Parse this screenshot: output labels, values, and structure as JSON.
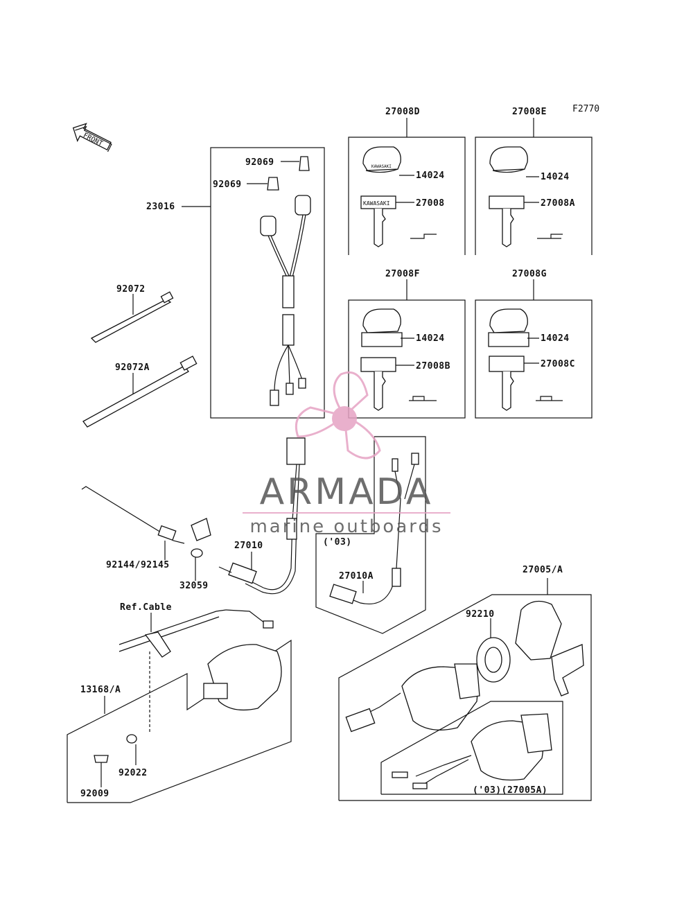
{
  "figure_code": "F2770",
  "front_arrow_text": "FRONT",
  "labels": {
    "p27008D": "27008D",
    "p27008E": "27008E",
    "p27008F": "27008F",
    "p27008G": "27008G",
    "p14024_a": "14024",
    "p14024_b": "14024",
    "p14024_c": "14024",
    "p14024_d": "14024",
    "p27008": "27008",
    "p27008A": "27008A",
    "p27008B": "27008B",
    "p27008C": "27008C",
    "p92069_a": "92069",
    "p92069_b": "92069",
    "p23016": "23016",
    "p92072": "92072",
    "p92072A": "92072A",
    "p92144": "92144/92145",
    "p32059": "32059",
    "p27010": "27010",
    "p27010A": "27010A",
    "p03_a": "('03)",
    "p27005": "27005/A",
    "p92210": "92210",
    "refcable": "Ref.Cable",
    "p13168": "13168/A",
    "p92022": "92022",
    "p92009": "92009",
    "p03_b": "('03)(27005A)"
  },
  "key_tag_text": "KAWASAKI",
  "key_grip_text": "KAWASAKI",
  "watermark": {
    "brand": "ARMADA",
    "tagline": "marine outboards",
    "brand_color": "#e6a3c4"
  }
}
